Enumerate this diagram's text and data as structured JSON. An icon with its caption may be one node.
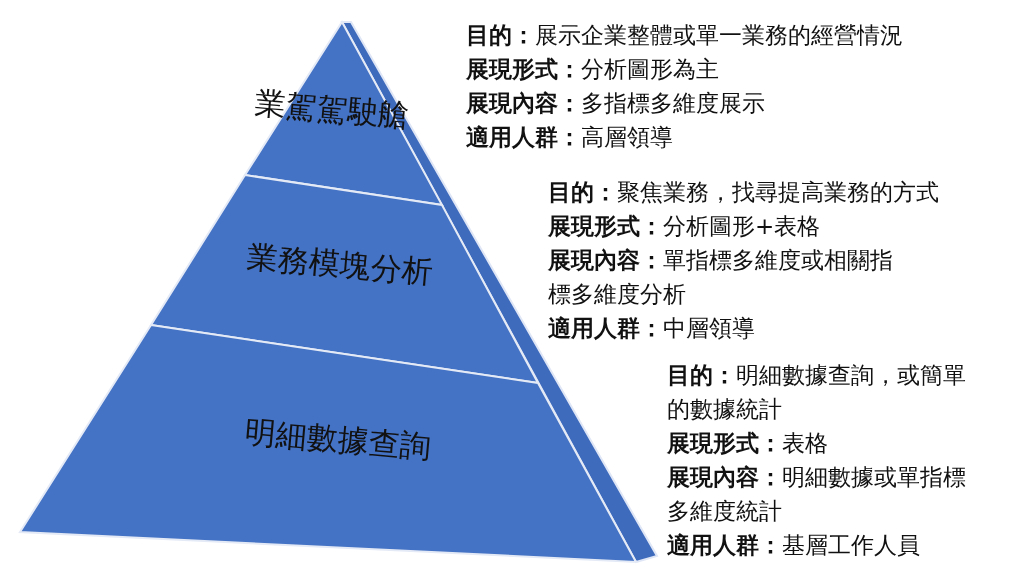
{
  "diagram": {
    "nodes": [
      {
        "text": [
          "業駕駕駛艙"
        ],
        "beside": [
          "**目的：**展示企業整體或單一業務的經營情況",
          "**展現形式：**分析圖形為主",
          "**展現內容：**多指標多維度展示",
          "**適用人群：**高層領導"
        ]
      },
      {
        "text": [
          "業務模塊分析"
        ],
        "beside": [
          "**目的：**聚焦業務，找尋提高業務的方式",
          "**展現形式：**分析圖形+表格",
          "**展現內容：**單指標多維度或相關指標多維度分析",
          "**適用人群：**中層領導"
        ]
      },
      {
        "text": [
          "明細數據查詢"
        ],
        "beside": [
          "**目的：**明細數據查詢，或簡單的數據統計",
          "**展現形式：**表格",
          "**展現內容：**明細數據或單指標多維度統計",
          "**適用人群：**基層工作人員"
        ]
      }
    ]
  }
}
